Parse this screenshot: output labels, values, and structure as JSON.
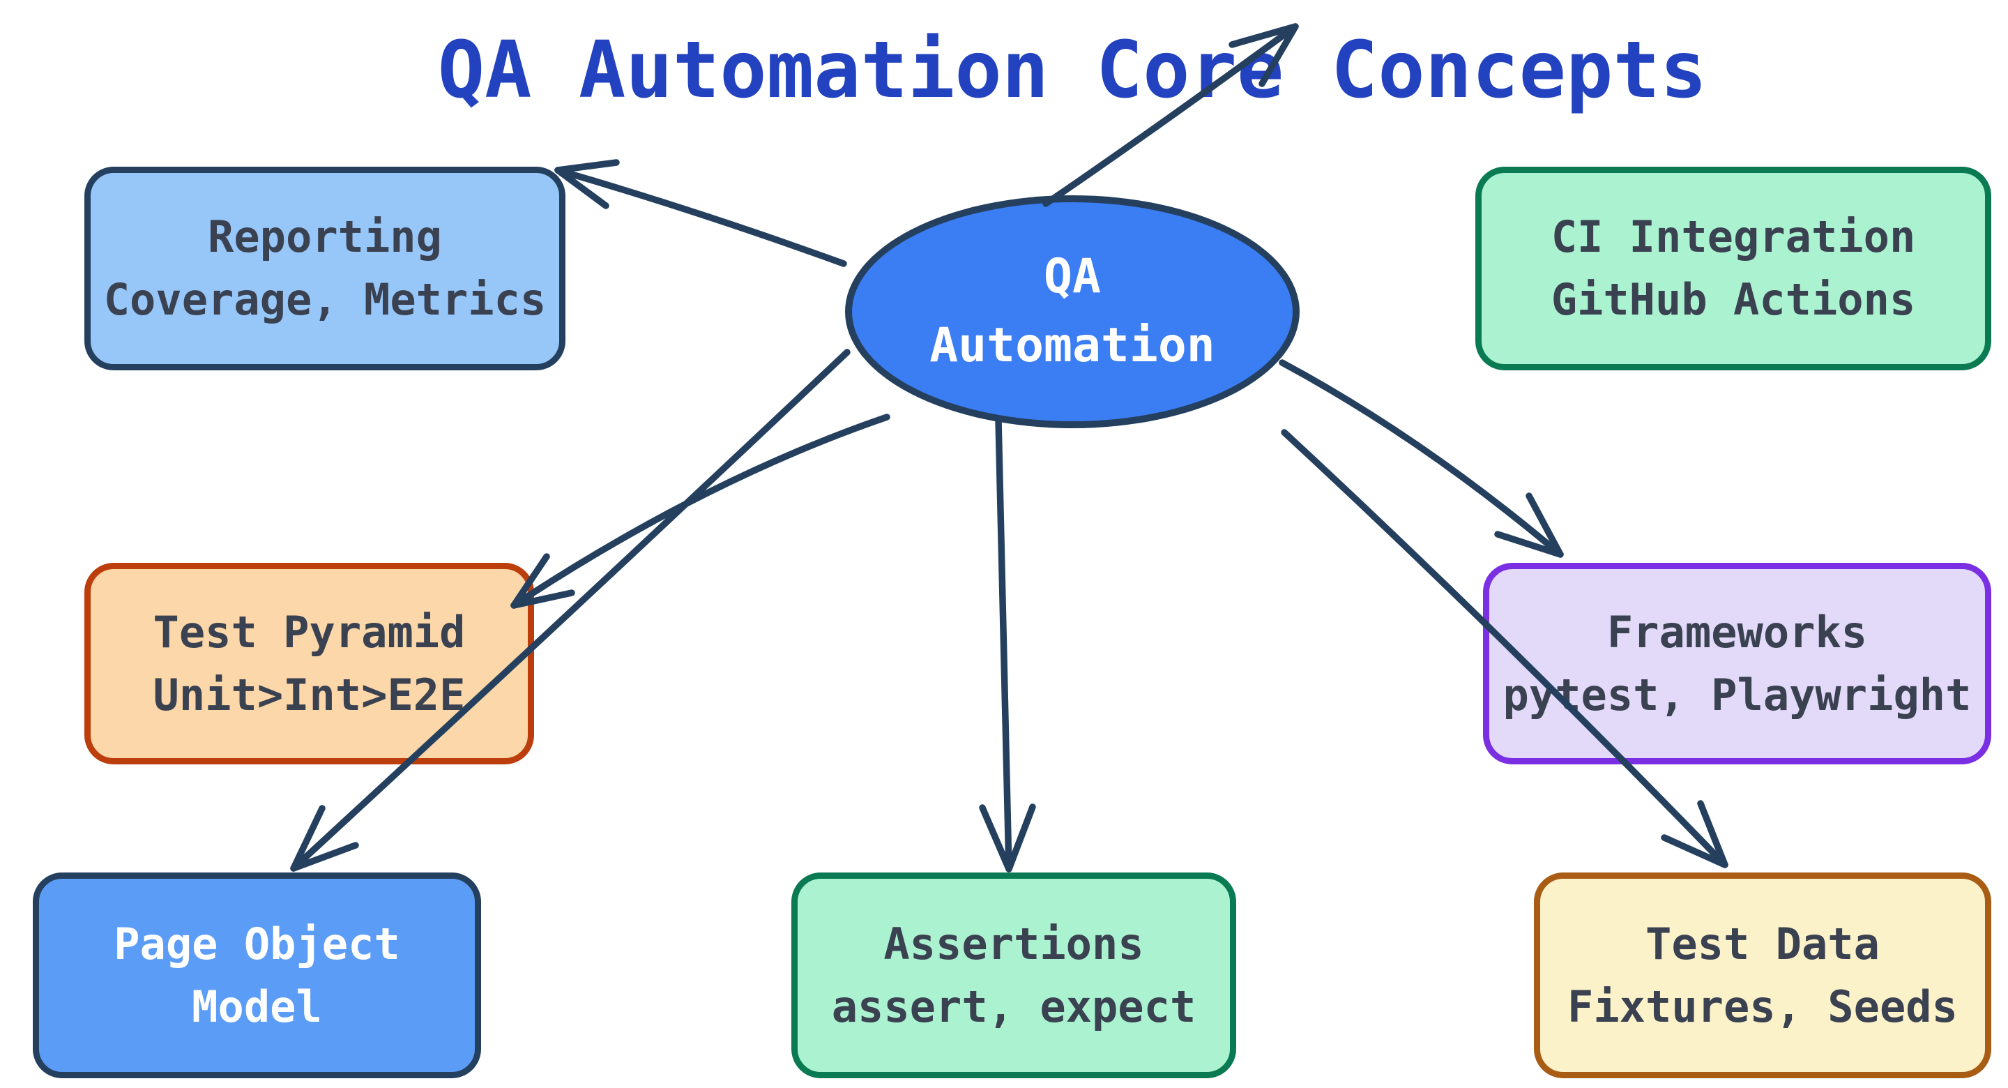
{
  "title": "QA Automation Core Concepts",
  "colors": {
    "background": "#ffffff",
    "title_text": "#2342c0",
    "edge_stroke": "#24405e",
    "center_fill": "#3b7df2",
    "center_border": "#24405e",
    "center_text": "#ffffff",
    "node_text_dark": "#3a4150",
    "reporting_fill": "#97c6f9",
    "reporting_border": "#24405e",
    "ci_fill": "#abf2d0",
    "ci_border": "#0a7a52",
    "pyramid_fill": "#fbd7a9",
    "pyramid_border": "#bd3e0d",
    "frameworks_fill": "#e3dafa",
    "frameworks_border": "#7a2fe2",
    "page_object_fill": "#5b9cf7",
    "page_object_border": "#24405e",
    "page_object_text": "#ffffff",
    "assertions_fill": "#abf2d0",
    "assertions_border": "#0a7a52",
    "test_data_fill": "#fcf2c9",
    "test_data_border": "#a85c14"
  },
  "diagram": {
    "center_node": {
      "line1": "QA",
      "line2": "Automation"
    },
    "nodes": {
      "reporting": {
        "line1": "Reporting",
        "line2": "Coverage, Metrics"
      },
      "ci": {
        "line1": "CI Integration",
        "line2": "GitHub Actions"
      },
      "pyramid": {
        "line1": "Test Pyramid",
        "line2": "Unit>Int>E2E"
      },
      "frameworks": {
        "line1": "Frameworks",
        "line2": "pytest, Playwright"
      },
      "page_object": {
        "line1": "Page Object",
        "line2": "Model"
      },
      "assertions": {
        "line1": "Assertions",
        "line2": "assert, expect"
      },
      "test_data": {
        "line1": "Test Data",
        "line2": "Fixtures, Seeds"
      }
    },
    "edges": [
      {
        "from": "QA Automation",
        "to": "Reporting"
      },
      {
        "from": "QA Automation",
        "to": "Test Pyramid"
      },
      {
        "from": "QA Automation",
        "to": "Page Object Model"
      },
      {
        "from": "QA Automation",
        "to": "Assertions"
      },
      {
        "from": "QA Automation",
        "to": "Frameworks"
      },
      {
        "from": "QA Automation",
        "to": "Test Data"
      },
      {
        "from": "QA Automation",
        "to": "(off-canvas top-right)"
      }
    ]
  }
}
